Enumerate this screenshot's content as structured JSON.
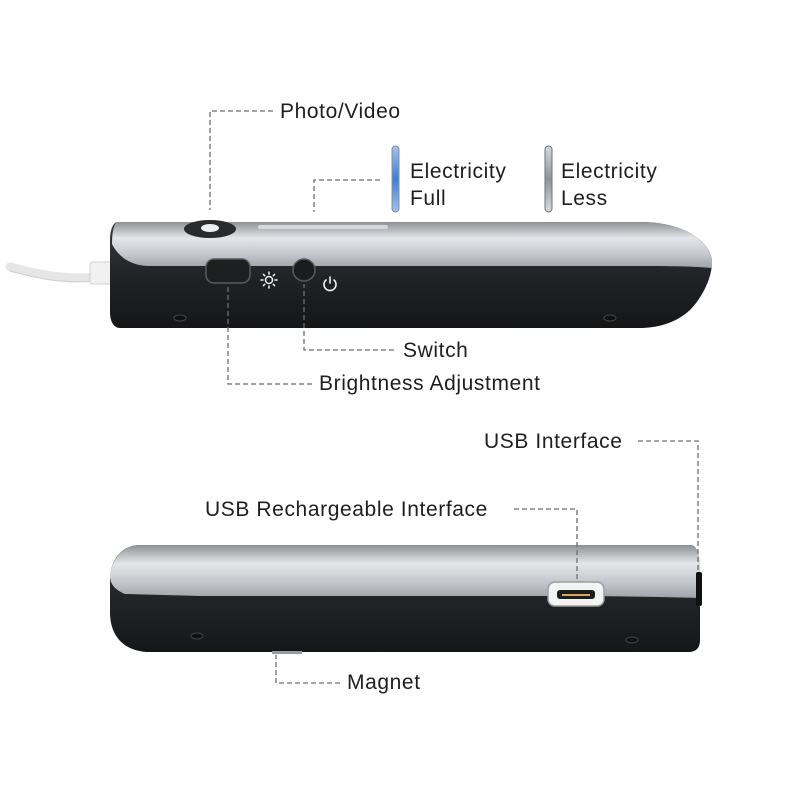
{
  "top_device": {
    "labels": {
      "photo_video": "Photo/Video",
      "electricity_full_1": "Electricity",
      "electricity_full_2": "Full",
      "electricity_less_1": "Electricity",
      "electricity_less_2": "Less",
      "switch": "Switch",
      "brightness": "Brightness Adjustment"
    },
    "icons": [
      "sun-icon",
      "power-icon"
    ]
  },
  "bottom_device": {
    "labels": {
      "usb_interface": "USB Interface",
      "usb_recharge": "USB Rechargeable Interface",
      "magnet": "Magnet"
    }
  },
  "colors": {
    "silver": "#b9bdc3",
    "body_dark": "#2a2b2e",
    "led_blue": "#3b7fd6",
    "leader_line": "#6e6e6e"
  }
}
